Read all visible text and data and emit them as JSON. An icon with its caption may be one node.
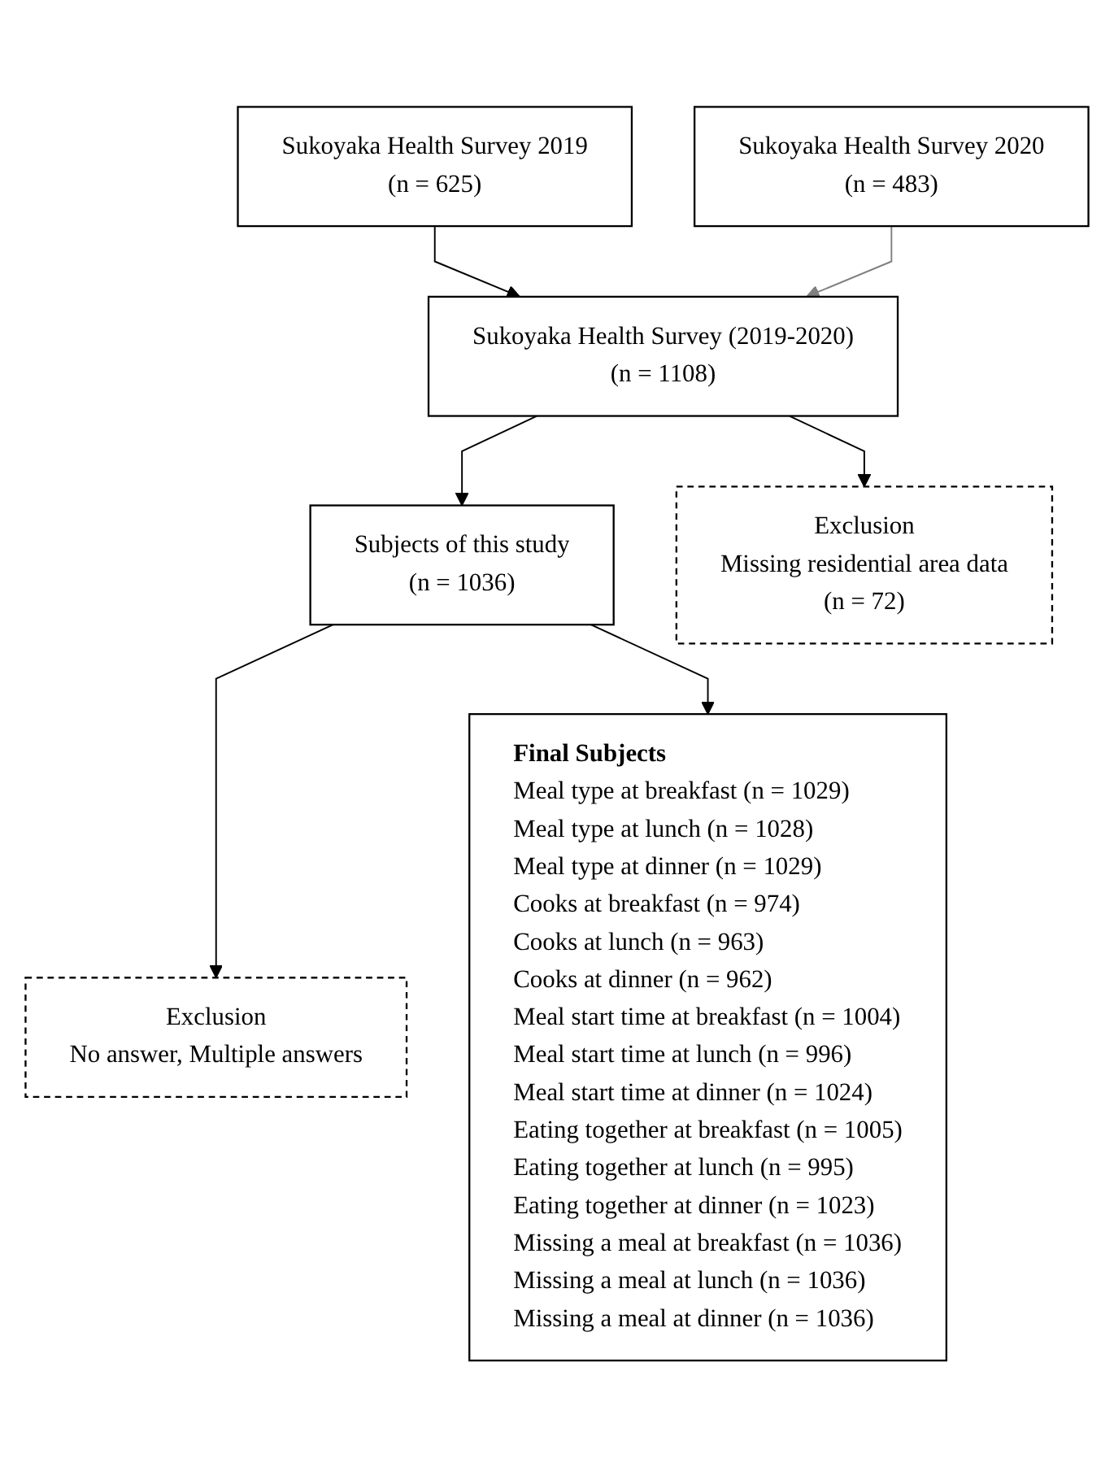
{
  "diagram": {
    "nodes": [
      {
        "text": [
          "Sukoyaka Health Survey 2019",
          "(n = 625)"
        ]
      },
      {
        "text": [
          "Sukoyaka Health Survey 2020",
          "(n = 483)"
        ]
      },
      {
        "text": [
          "Sukoyaka Health Survey (2019-2020)",
          "(n = 1108)"
        ]
      },
      {
        "text": [
          "Exclusion",
          "Missing residential area data",
          "(n = 72)"
        ]
      },
      {
        "text": [
          "Subjects of this study",
          "(n = 1036)"
        ]
      },
      {
        "text": [
          "Exclusion",
          "No answer, Multiple answers"
        ]
      },
      {
        "text": [
          "Final Subjects",
          "Meal type at breakfast (n = 1029)",
          "Meal type at lunch (n = 1028)",
          "Meal type at dinner (n = 1029)",
          "Cooks at breakfast (n = 974)",
          "Cooks at lunch (n = 963)",
          "Cooks at dinner (n = 962)",
          "Meal start time at breakfast (n = 1004)",
          "Meal start time at lunch (n = 996)",
          "Meal start time at dinner (n = 1024)",
          "Eating together at breakfast (n = 1005)",
          "Eating together at lunch (n = 995)",
          "Eating together at dinner (n = 1023)",
          "Missing a meal at breakfast (n = 1036)",
          "Missing a meal at lunch (n = 1036)",
          "Missing a meal at dinner (n = 1036)"
        ]
      }
    ],
    "edges": [
      {
        "from": 0,
        "to": 2,
        "arrow": "to"
      },
      {
        "from": 1,
        "to": 2,
        "arrow": "to",
        "color": "#808080"
      },
      {
        "from": 2,
        "to": 3,
        "arrow": "to"
      },
      {
        "from": 2,
        "to": 4,
        "arrow": "to"
      },
      {
        "from": 4,
        "to": 5,
        "arrow": "to"
      },
      {
        "from": 4,
        "to": 6,
        "arrow": "to"
      }
    ]
  }
}
